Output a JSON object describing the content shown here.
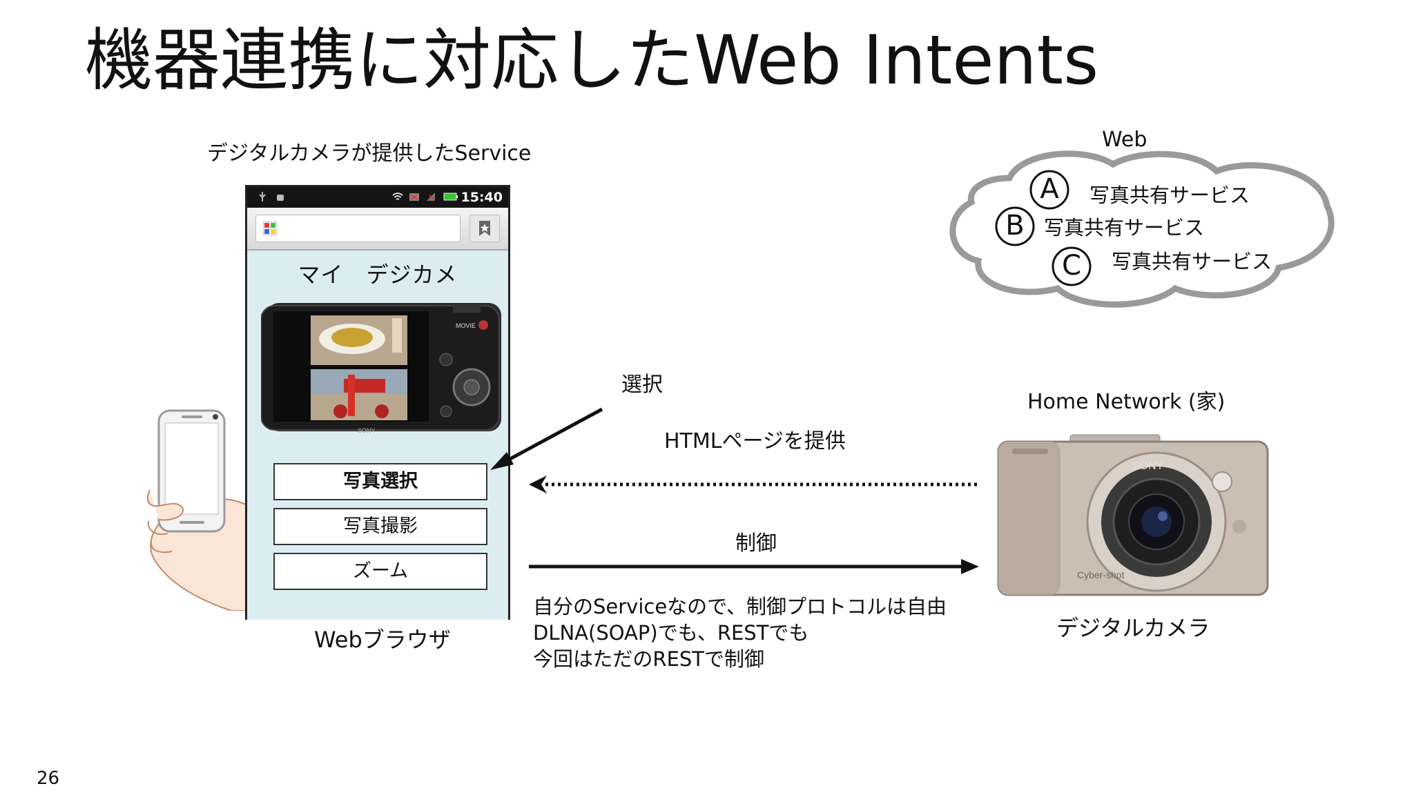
{
  "slide": {
    "title": "機器連携に対応したWeb Intents",
    "page_number": "26"
  },
  "labels": {
    "service_caption": "デジタルカメラが提供したService",
    "browser_caption": "Webブラウザ",
    "web_label": "Web",
    "home_network_label": "Home Network (家)",
    "camera_caption": "デジタルカメラ",
    "select_label": "選択",
    "html_page_label": "HTMLページを提供",
    "control_label": "制御"
  },
  "phone": {
    "clock": "15:40",
    "page_title": "マイ　デジカメ",
    "buttons": [
      "写真選択",
      "写真撮影",
      "ズーム"
    ]
  },
  "cloud": {
    "services": [
      {
        "letter": "A",
        "name": "写真共有サービス"
      },
      {
        "letter": "B",
        "name": "写真共有サービス"
      },
      {
        "letter": "C",
        "name": "写真共有サービス"
      }
    ]
  },
  "notes": {
    "lines": [
      "自分のServiceなので、制御プロトコルは自由",
      "DLNA(SOAP)でも、RESTでも",
      "今回はただのRESTで制御"
    ]
  },
  "colors": {
    "screen_bg": "#dcedf2",
    "cloud_border": "#9a9a9a",
    "camera_body": "#cbbfb4"
  }
}
